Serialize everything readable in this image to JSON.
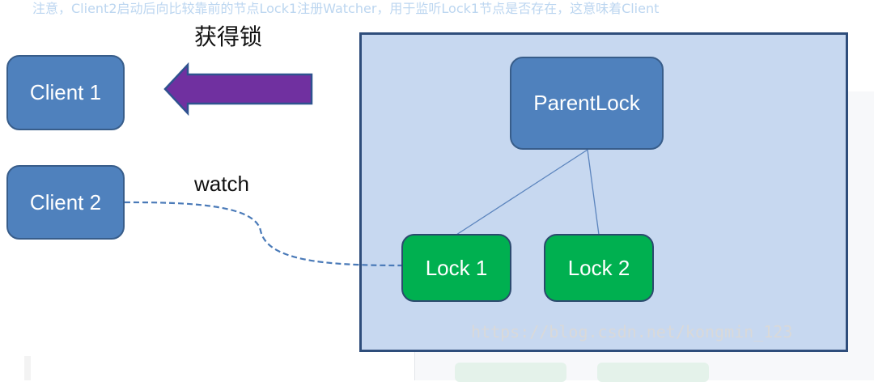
{
  "background": {
    "cutoff_text": "注意，Client2启动后向比较靠前的节点Lock1注册Watcher，用于监听Lock1节点是否存在，这意味着Client"
  },
  "diagram": {
    "acquire_label": "获得锁",
    "watch_label": "watch",
    "clients": [
      {
        "id": "client1",
        "label": "Client 1"
      },
      {
        "id": "client2",
        "label": "Client 2"
      }
    ],
    "parent_node": {
      "label": "ParentLock"
    },
    "child_nodes": [
      {
        "id": "lock1",
        "label": "Lock 1"
      },
      {
        "id": "lock2",
        "label": "Lock 2"
      }
    ],
    "colors": {
      "client_fill": "#4f81bd",
      "container_fill": "#c7d8f0",
      "lock_fill": "#00b050",
      "arrow": "#7030a0"
    }
  },
  "watermark": "https://blog.csdn.net/kongmin_123"
}
